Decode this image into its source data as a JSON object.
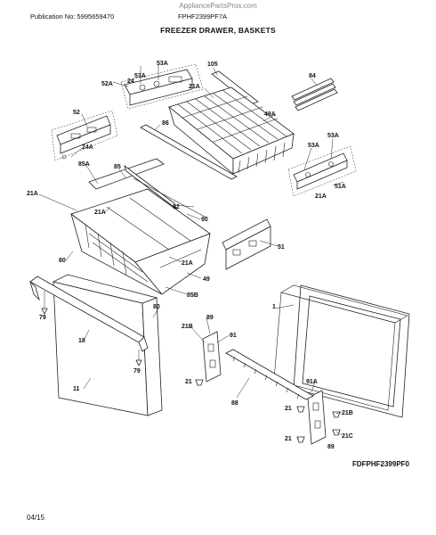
{
  "header": {
    "watermark": "AppliancePartsPros.com",
    "publication": "Publication No: 5995659470",
    "model": "FPHF2399PF7A",
    "title": "FREEZER DRAWER, BASKETS"
  },
  "footer": {
    "diagram_code": "FDFPHF2399PF0",
    "date": "04/15"
  },
  "callouts": {
    "c53a_1": "53A",
    "c24": "24",
    "c53a_2": "53A",
    "c52a": "52A",
    "c105": "105",
    "c84": "84",
    "c21a_1": "21A",
    "c49a": "49A",
    "c52": "52",
    "c86": "86",
    "c24a": "24A",
    "c53a_3": "53A",
    "c53a_4": "53A",
    "c85a": "85A",
    "c85": "85",
    "c51a": "51A",
    "c21a_2": "21A",
    "c21a_3": "21A",
    "c82": "82",
    "c90": "90",
    "c21a_4": "21A",
    "c51": "51",
    "c80_1": "80",
    "c21a_5": "21A",
    "c49": "49",
    "c85b": "85B",
    "c1": "1",
    "c79_1": "79",
    "c80_2": "80",
    "c89_1": "89",
    "c21b_1": "21B",
    "c91": "91",
    "c18": "18",
    "c79_2": "79",
    "c21_1": "21",
    "c91a": "91A",
    "c11": "11",
    "c88": "88",
    "c21_2": "21",
    "c21b_2": "21B",
    "c21c": "21C",
    "c21_3": "21",
    "c89_2": "89"
  }
}
